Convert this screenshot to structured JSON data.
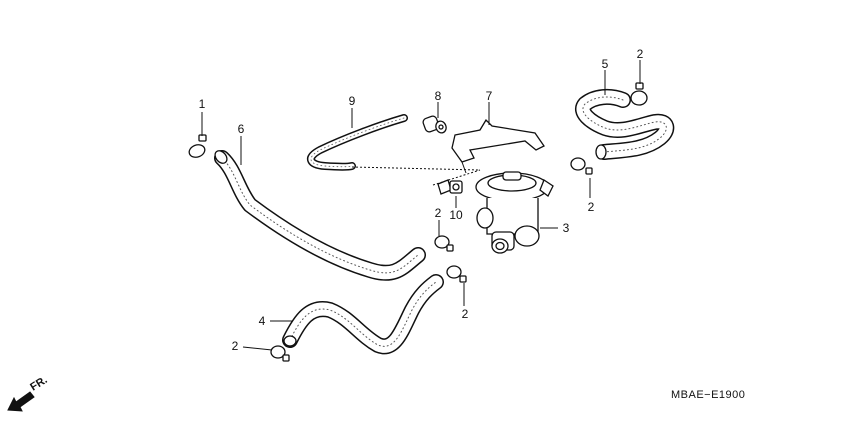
{
  "diagram": {
    "callouts": [
      {
        "id": "c1",
        "text": "1"
      },
      {
        "id": "c2a",
        "text": "2"
      },
      {
        "id": "c2b",
        "text": "2"
      },
      {
        "id": "c2c",
        "text": "2"
      },
      {
        "id": "c2d",
        "text": "2"
      },
      {
        "id": "c2e",
        "text": "2"
      },
      {
        "id": "c3",
        "text": "3"
      },
      {
        "id": "c4",
        "text": "4"
      },
      {
        "id": "c5",
        "text": "5"
      },
      {
        "id": "c6",
        "text": "6"
      },
      {
        "id": "c7",
        "text": "7"
      },
      {
        "id": "c8",
        "text": "8"
      },
      {
        "id": "c9",
        "text": "9"
      },
      {
        "id": "c10",
        "text": "10"
      }
    ],
    "diagram_code": "MBAE−E1900",
    "direction_label": "FR."
  }
}
